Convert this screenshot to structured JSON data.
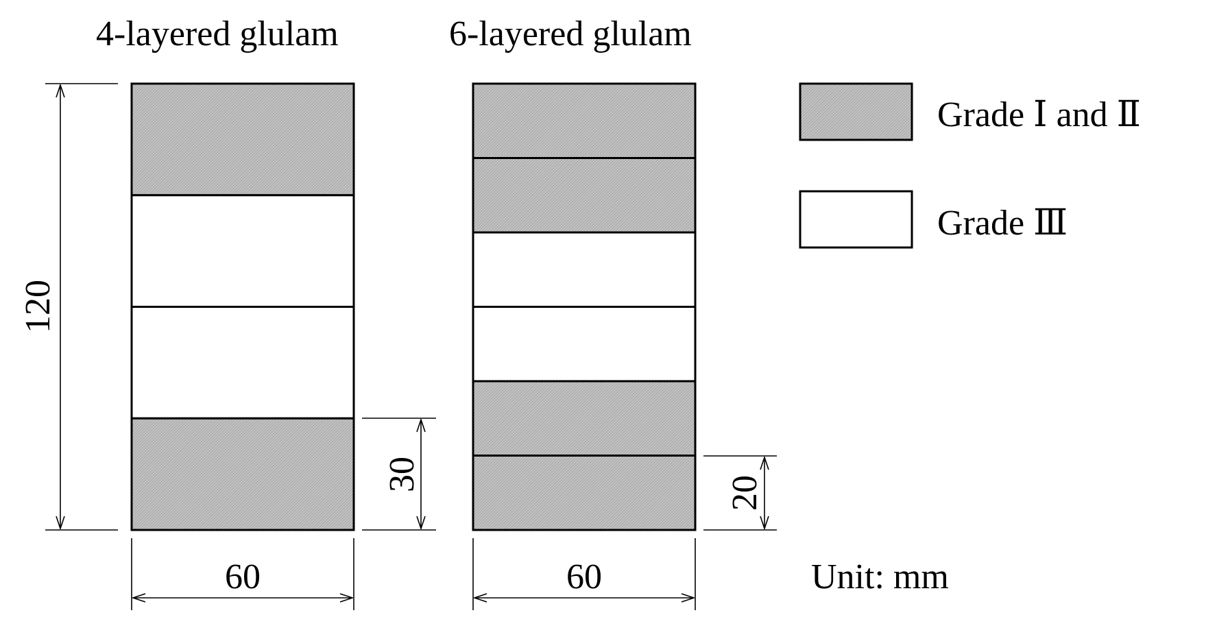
{
  "colors": {
    "grade_high": "#b2b2b2",
    "grade_low": "#ffffff",
    "line": "#000000"
  },
  "sections": [
    {
      "title": "4-layered glulam",
      "layers": [
        "grade_high",
        "grade_low",
        "grade_low",
        "grade_high"
      ],
      "height_label": "120",
      "width_label": "60",
      "layer_label": "30"
    },
    {
      "title": "6-layered glulam",
      "layers": [
        "grade_high",
        "grade_high",
        "grade_low",
        "grade_low",
        "grade_high",
        "grade_high"
      ],
      "width_label": "60",
      "layer_label": "20"
    }
  ],
  "legend": [
    {
      "key": "grade_high",
      "label": "Grade Ⅰ and Ⅱ"
    },
    {
      "key": "grade_low",
      "label": "Grade Ⅲ"
    }
  ],
  "unit": "Unit: mm"
}
